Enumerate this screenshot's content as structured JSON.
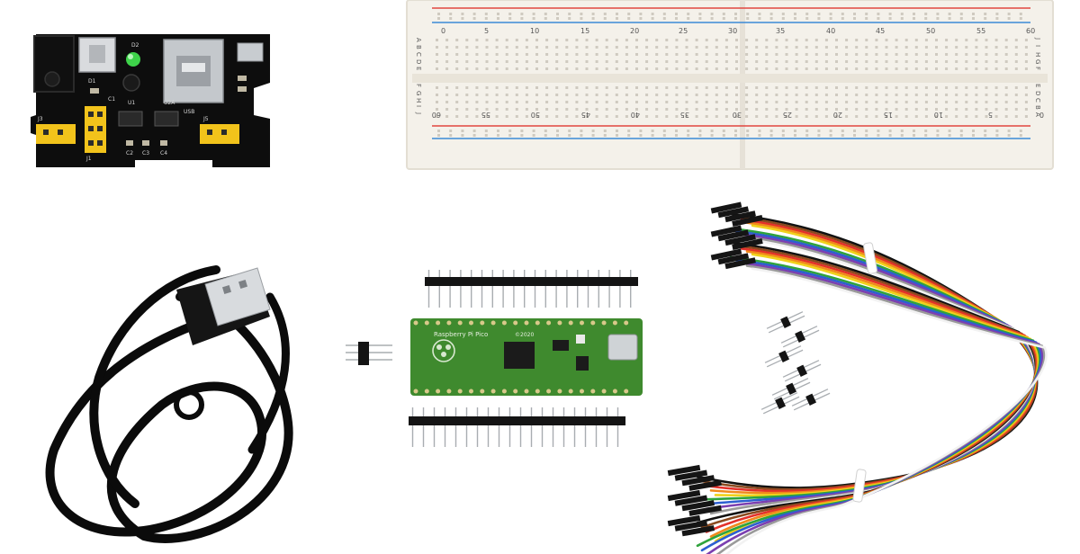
{
  "scene": {
    "background": "#ffffff",
    "objects": [
      "power-supply-module",
      "breadboard",
      "usb-cable",
      "pin-headers",
      "raspberry-pi-pico",
      "jumper-wires"
    ]
  },
  "breadboard": {
    "top_numbers": [
      "0",
      "5",
      "10",
      "15",
      "20",
      "25",
      "30",
      "35",
      "40",
      "45",
      "50",
      "55",
      "60"
    ],
    "bottom_numbers": [
      "60",
      "55",
      "50",
      "45",
      "40",
      "35",
      "30",
      "25",
      "20",
      "15",
      "10",
      "5",
      "0"
    ],
    "rows_left_top": [
      "A",
      "B",
      "C",
      "D",
      "E"
    ],
    "rows_left_bottom": [
      "F",
      "G",
      "H",
      "I",
      "J"
    ],
    "rows_right_top": [
      "J",
      "I",
      "H",
      "G",
      "F"
    ],
    "rows_right_bottom": [
      "E",
      "D",
      "C",
      "B",
      "A"
    ],
    "colors": {
      "body": "#f4f1ea",
      "red_rail": "#e2473f",
      "blue_rail": "#3b8bd6",
      "hole": "#cfcac0"
    }
  },
  "power_module": {
    "labels": [
      "D2",
      "U1",
      "D1",
      "C1",
      "C2",
      "C3",
      "U2A",
      "J3",
      "J1",
      "C4",
      "USB",
      "J5"
    ],
    "colors": {
      "pcb": "#0d0d0d",
      "header": "#f2c31b",
      "led": "#3ed34a",
      "metal": "#bfc3c8"
    }
  },
  "pico": {
    "brand_text": "Raspberry Pi Pico",
    "year_text": "©2020",
    "colors": {
      "pcb": "#3f8a2e",
      "chip": "#1b1b1b",
      "usb": "#cfd3d6"
    }
  },
  "jumper_colors": [
    "#111111",
    "#8b4a1f",
    "#e3312a",
    "#f08a1c",
    "#f0d21b",
    "#2fa33c",
    "#2d5fd0",
    "#7b3fb0",
    "#9a9a9a",
    "#f2f2f2"
  ]
}
